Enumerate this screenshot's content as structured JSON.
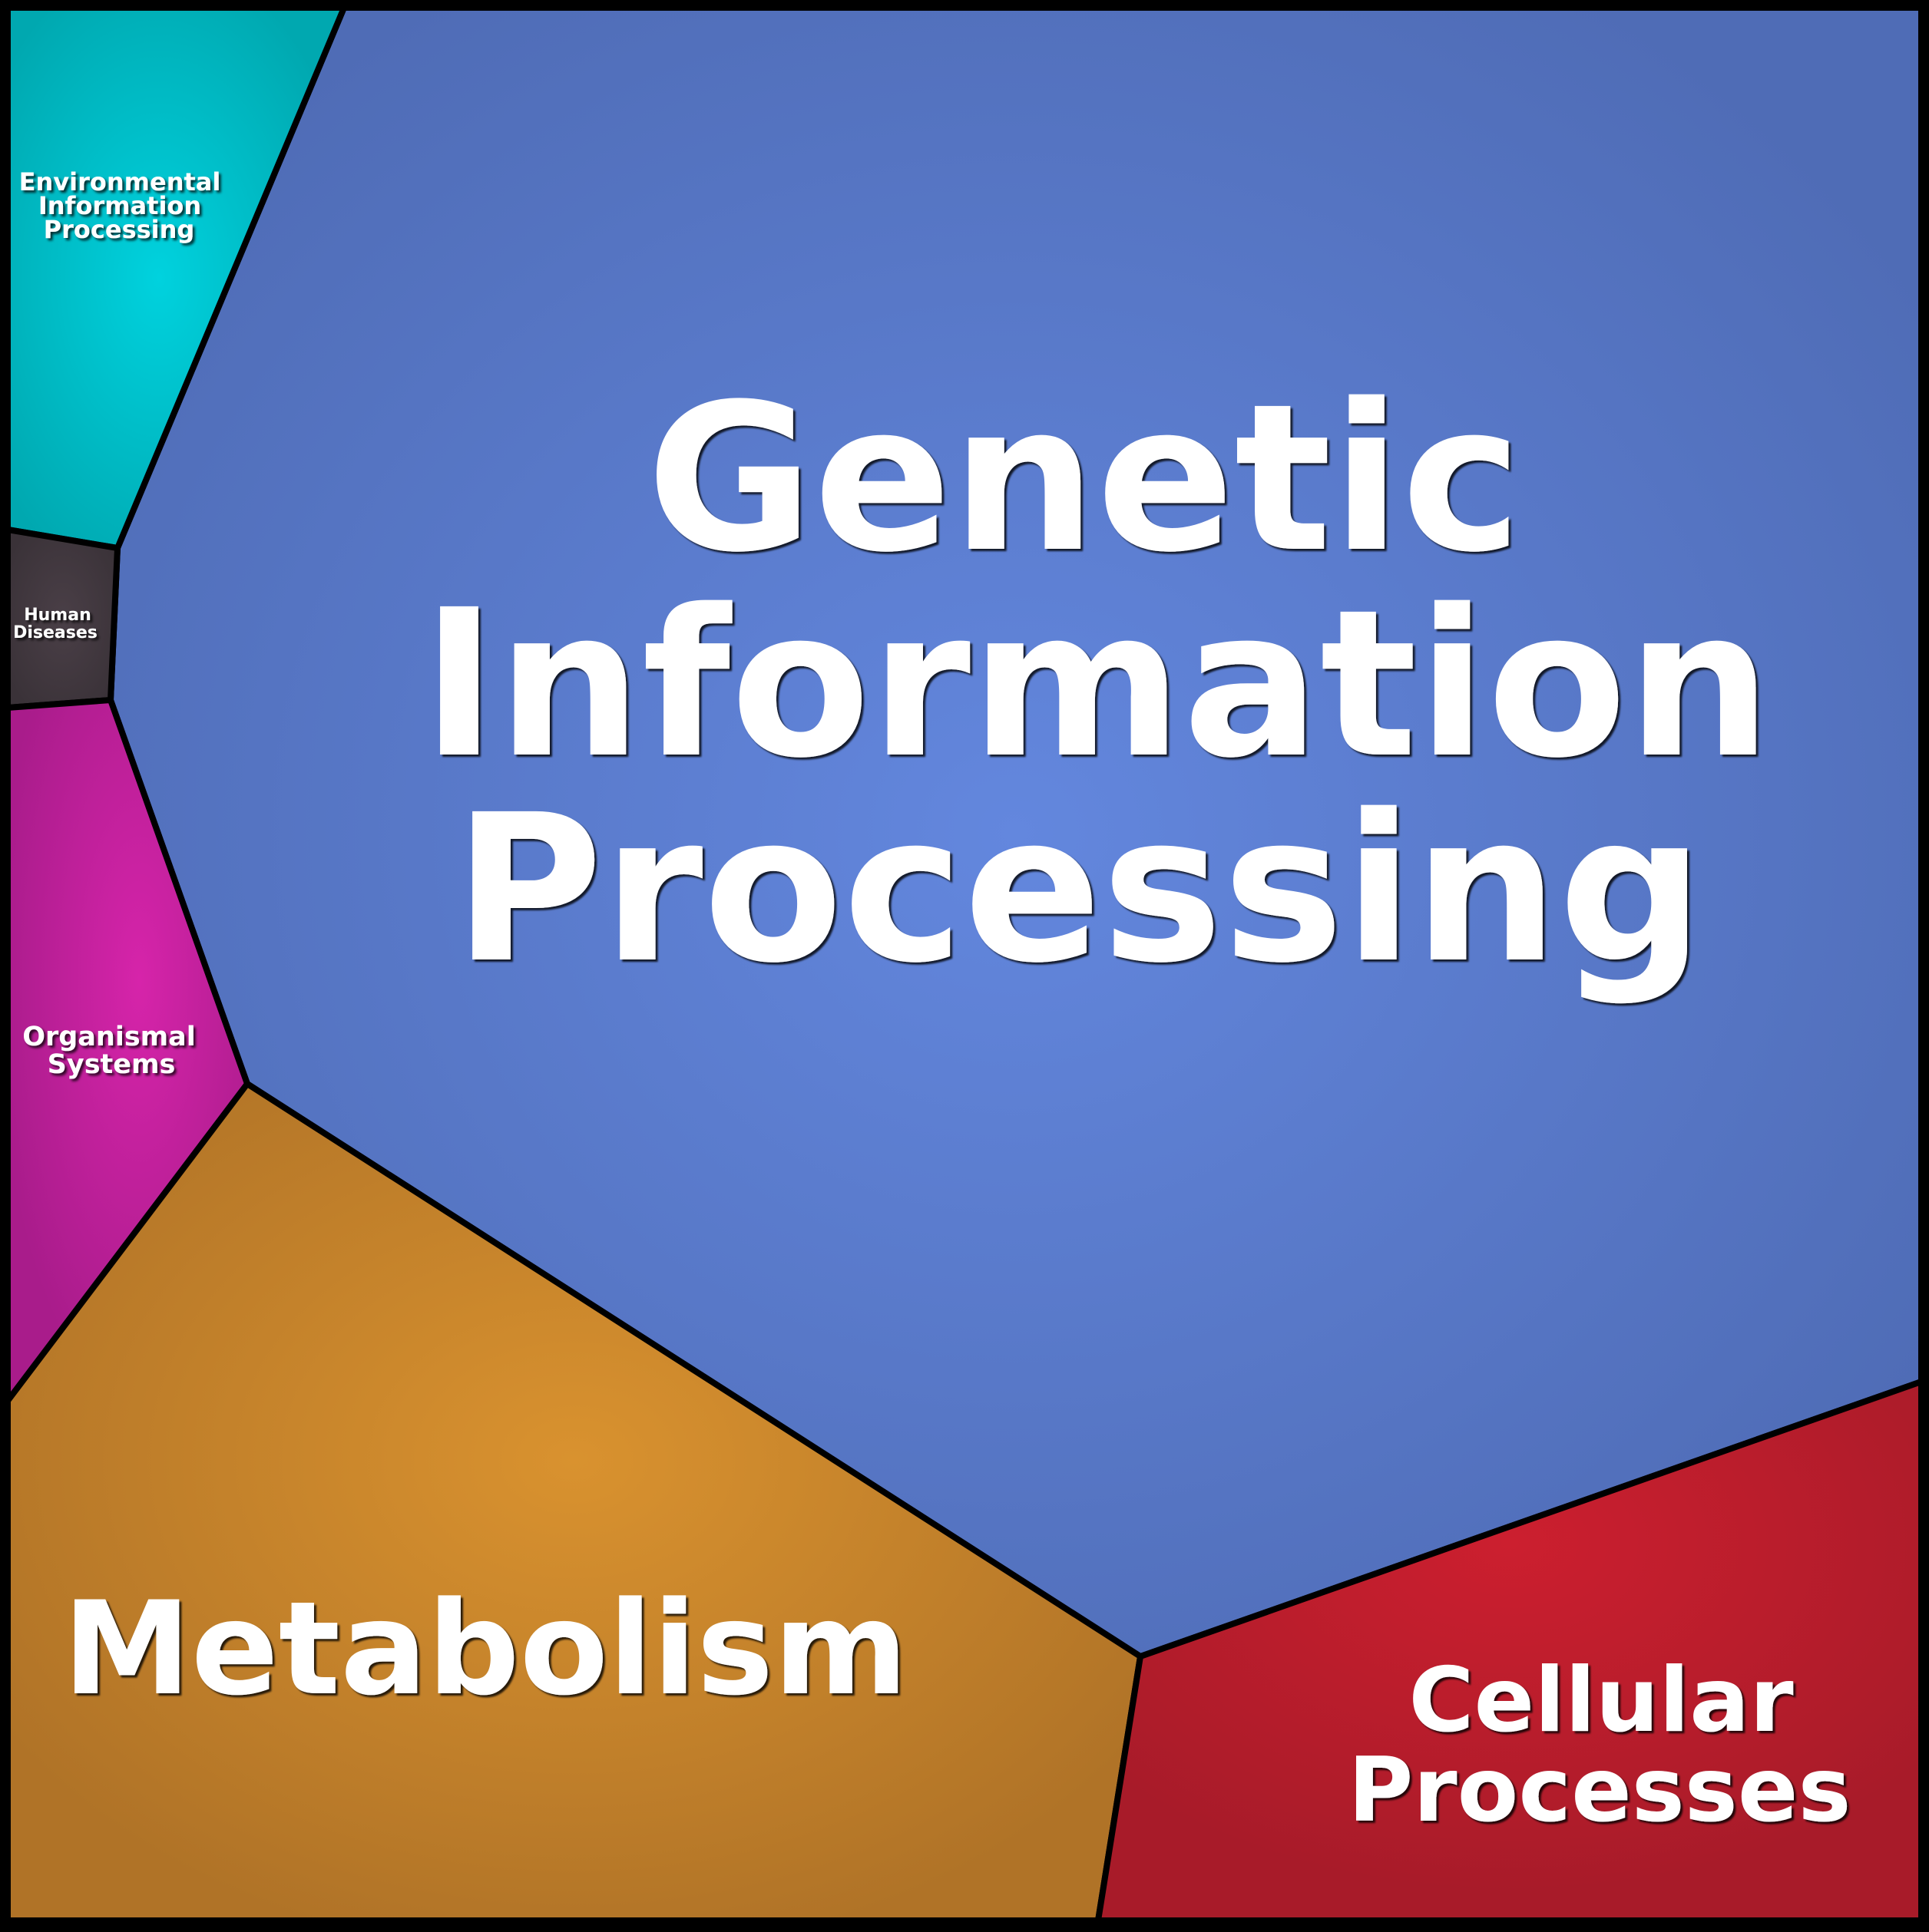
{
  "diagram": {
    "type": "voronoi-treemap",
    "cells": [
      {
        "key": "genetic",
        "label_lines": [
          "Genetic",
          "Information",
          "Processing"
        ],
        "color": "#6387de",
        "edge_color": "#4f6cb6"
      },
      {
        "key": "environmental",
        "label_lines": [
          "Environmental",
          "Information",
          "Processing"
        ],
        "color": "#00d2de",
        "edge_color": "#00a8b0"
      },
      {
        "key": "human_diseases",
        "label_lines": [
          "Human",
          "Diseases"
        ],
        "color": "#4a3f47",
        "edge_color": "#3a3238"
      },
      {
        "key": "organismal",
        "label_lines": [
          "Organismal",
          "Systems"
        ],
        "color": "#d624aa",
        "edge_color": "#a91c8b"
      },
      {
        "key": "metabolism",
        "label_lines": [
          "Metabolism"
        ],
        "color": "#d9922f",
        "edge_color": "#b07327"
      },
      {
        "key": "cellular",
        "label_lines": [
          "Cellular",
          "Processes"
        ],
        "color": "#cc1f2f",
        "edge_color": "#a81b29"
      }
    ],
    "border_color": "#000000",
    "text_color": "#ffffff"
  }
}
